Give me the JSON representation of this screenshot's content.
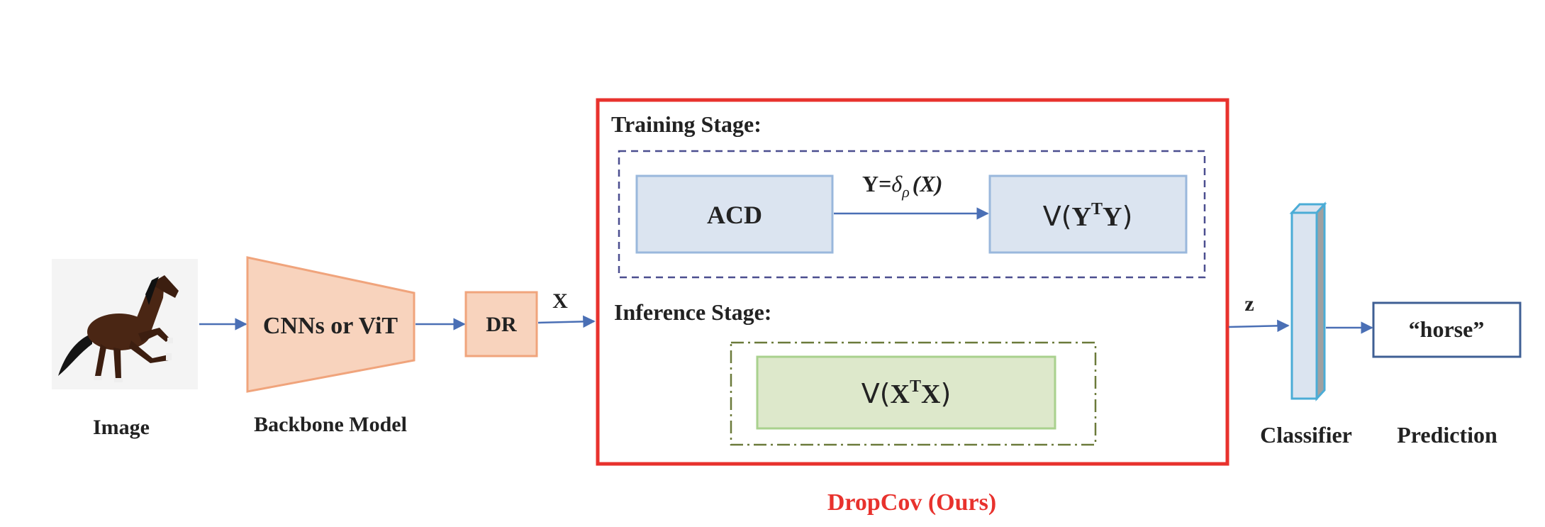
{
  "labels": {
    "image": "Image",
    "backbone_box": "CNNs or ViT",
    "backbone": "Backbone Model",
    "dr": "DR",
    "x_arrow": "X",
    "training_stage": "Training Stage:",
    "acd": "ACD",
    "y_eq": "Y=",
    "delta": "δ",
    "rho": "ρ",
    "y_args": "(X)",
    "v_open": "V(",
    "yt_base": "Y",
    "yt_sup": "T",
    "yt_tail": "Y",
    "v_close": ")",
    "inference_stage": "Inference Stage:",
    "xt_base": "X",
    "xt_sup": "T",
    "xt_tail": "X",
    "z_arrow": "z",
    "classifier": "Classifier",
    "prediction_box": "“horse”",
    "prediction": "Prediction",
    "dropcov": "DropCov (Ours)"
  },
  "colors": {
    "orange_fill": "#f8d3bd",
    "orange_stroke": "#f0a47c",
    "blue_fill": "#dbe4f0",
    "blue_stroke": "#9ab8dc",
    "green_fill": "#dde8cb",
    "green_stroke": "#a9d18e",
    "red": "#e8322d",
    "arrow": "#4a6fb5",
    "navy_dash": "#4b4e8f",
    "olive_dash": "#6b7a3a"
  }
}
